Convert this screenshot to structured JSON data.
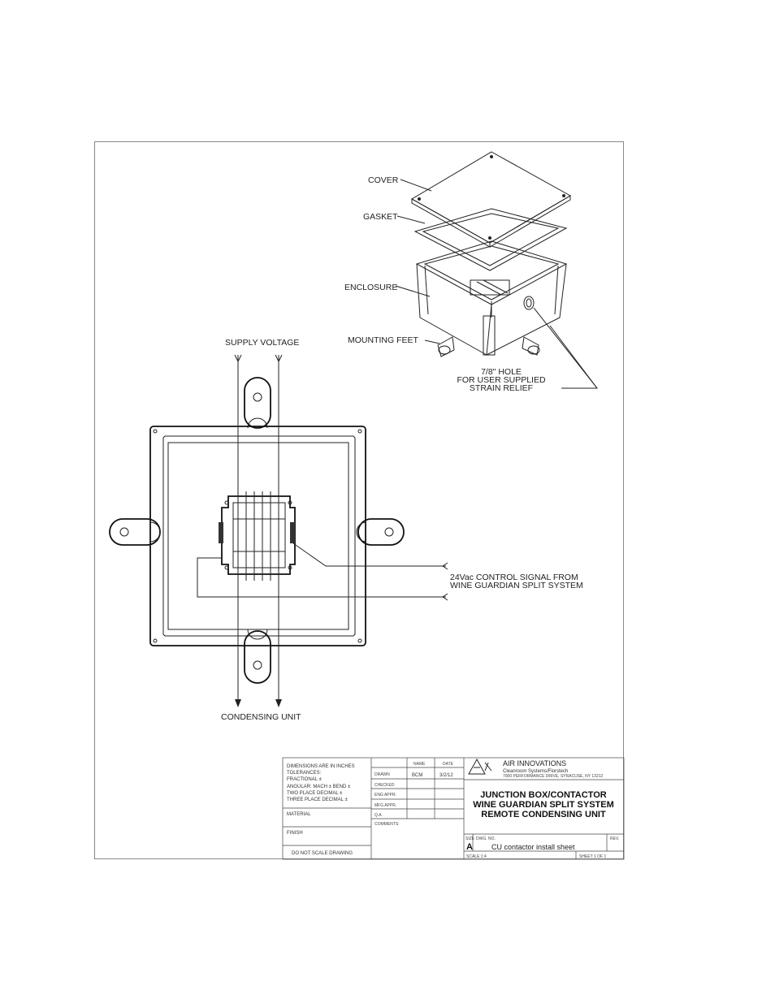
{
  "labels": {
    "cover": "COVER",
    "gasket": "GASKET",
    "enclosure": "ENCLOSURE",
    "mounting_feet": "MOUNTING FEET",
    "hole_line1": "7/8\" HOLE",
    "hole_line2": "FOR USER SUPPLIED",
    "hole_line3": "STRAIN RELIEF",
    "supply_voltage": "SUPPLY VOLTAGE",
    "condensing_unit": "CONDENSING UNIT",
    "control_line1": "24Vac CONTROL SIGNAL FROM",
    "control_line2": "WINE GUARDIAN SPLIT SYSTEM"
  },
  "title_block": {
    "tolerances": [
      "DIMENSIONS ARE IN INCHES",
      "TOLERANCES:",
      "FRACTIONAL ±",
      "ANGULAR: MACH ±    BEND ±",
      "TWO PLACE DECIMAL   ±",
      "THREE PLACE DECIMAL  ±"
    ],
    "material": "MATERIAL",
    "finish": "FINISH",
    "do_not_scale": "DO NOT SCALE DRAWING",
    "col_name": "NAME",
    "col_date": "DATE",
    "rows": [
      "DRAWN",
      "CHECKED",
      "ENG APPR.",
      "MFG APPR.",
      "Q.A.",
      "COMMENTS:"
    ],
    "drawn_name": "BCM",
    "drawn_date": "3/2/12",
    "company": "AIR INNOVATIONS",
    "company_sub": "Cleanroom Systems/Florstech",
    "company_addr": "7000 PERFORMANCE DRIVE, SYRACUSE, NY 13212",
    "title_lines": [
      "JUNCTION BOX/CONTACTOR",
      "WINE GUARDIAN SPLIT SYSTEM",
      "REMOTE CONDENSING UNIT"
    ],
    "size_label": "SIZE",
    "size": "A",
    "dwg_no_label": "DWG. NO.",
    "dwg_no": "CU contactor install sheet",
    "rev_label": "REV.",
    "scale": "SCALE:1:4",
    "sheet": "SHEET 1 OF 1"
  }
}
